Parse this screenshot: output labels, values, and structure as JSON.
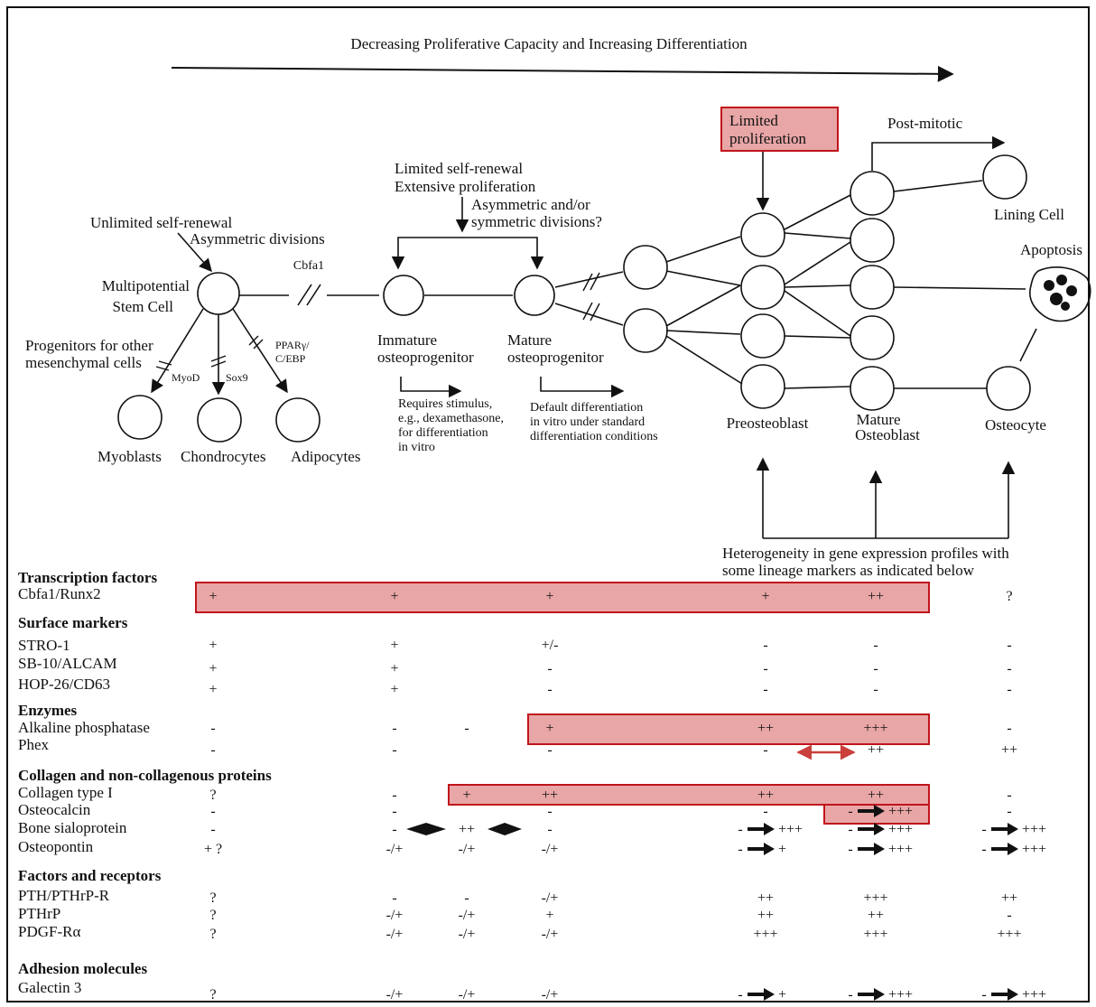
{
  "title": "Decreasing Proliferative Capacity and Increasing Differentiation",
  "stem": {
    "note1": "Unlimited self-renewal",
    "note2": "Asymmetric divisions",
    "name1": "Multipotential",
    "name2": "Stem Cell"
  },
  "cbfa1_label": "Cbfa1",
  "progenitors": {
    "line1": "Progenitors for other",
    "line2": "mesenchymal cells"
  },
  "branch_factors": {
    "myod": "MyoD",
    "sox9": "Sox9",
    "ppar1": "PPARγ/",
    "ppar2": "C/EBP"
  },
  "mesenchymal_cells": [
    "Myoblasts",
    "Chondrocytes",
    "Adipocytes"
  ],
  "progenitor_notes": {
    "line1": "Limited self-renewal",
    "line2": "Extensive proliferation",
    "line3": "Asymmetric and/or",
    "line4": "symmetric divisions?"
  },
  "immature": {
    "name1": "Immature",
    "name2": "osteoprogenitor",
    "note": [
      "Requires stimulus,",
      "e.g., dexamethasone,",
      "for differentiation",
      "in vitro"
    ]
  },
  "mature_prog": {
    "name1": "Mature",
    "name2": "osteoprogenitor",
    "note": [
      "Default differentiation",
      "in vitro under standard",
      "differentiation conditions"
    ]
  },
  "limited_proliferation": {
    "line1": "Limited",
    "line2": "proliferation"
  },
  "post_mitotic": "Post-mitotic",
  "lining_cell": "Lining Cell",
  "apoptosis": "Apoptosis",
  "preosteoblast": "Preosteoblast",
  "mature_osteoblast": {
    "line1": "Mature",
    "line2": "Osteoblast"
  },
  "osteocyte": "Osteocyte",
  "heterogeneity": {
    "line1": "Heterogeneity in gene expression profiles with",
    "line2": "some lineage markers as indicated below"
  },
  "marker_table": {
    "sections": [
      {
        "header": "Transcription factors",
        "rows": [
          {
            "name": "Cbfa1/Runx2",
            "cells": [
              "+",
              "+",
              "",
              "+",
              "+",
              "++",
              "?"
            ]
          }
        ]
      },
      {
        "header": "Surface markers",
        "rows": [
          {
            "name": "STRO-1",
            "cells": [
              "+",
              "+",
              "",
              "+/-",
              "-",
              "-",
              "-"
            ]
          },
          {
            "name": "SB-10/ALCAM",
            "cells": [
              "+",
              "+",
              "",
              "-",
              "-",
              "-",
              "-"
            ]
          },
          {
            "name": "HOP-26/CD63",
            "cells": [
              "+",
              "+",
              "",
              "-",
              "-",
              "-",
              "-"
            ]
          }
        ]
      },
      {
        "header": "Enzymes",
        "rows": [
          {
            "name": "Alkaline phosphatase",
            "cells": [
              "-",
              "-",
              "-",
              "+",
              "++",
              "+++",
              "-"
            ]
          },
          {
            "name": "Phex",
            "cells": [
              "-",
              "-",
              "",
              "-",
              "-",
              "++",
              "++"
            ]
          }
        ]
      },
      {
        "header": "Collagen and non-collagenous proteins",
        "rows": [
          {
            "name": "Collagen type I",
            "cells": [
              "?",
              "-",
              "+",
              "++",
              "++",
              "++",
              "-"
            ]
          },
          {
            "name": "Osteocalcin",
            "cells": [
              "-",
              "-",
              "",
              "-",
              "-",
              "- ▶ +++",
              "-"
            ]
          },
          {
            "name": "Bone sialoprotein",
            "cells": [
              "-",
              "-",
              "++",
              "-",
              "- ▶ +++",
              "- ▶ +++",
              "- ▶ +++"
            ]
          },
          {
            "name": "Osteopontin",
            "cells": [
              "+ ?",
              "-/+",
              "-/+",
              "-/+",
              "- ▶ +",
              "- ▶ +++",
              "- ▶ +++"
            ]
          }
        ]
      },
      {
        "header": "Factors and receptors",
        "rows": [
          {
            "name": "PTH/PTHrP-R",
            "cells": [
              "?",
              "-",
              "-",
              "-/+",
              "++",
              "+++",
              "++"
            ]
          },
          {
            "name": "PTHrP",
            "cells": [
              "?",
              "-/+",
              "-/+",
              "+",
              "++",
              "++",
              "-"
            ]
          },
          {
            "name": "PDGF-Rα",
            "cells": [
              "?",
              "-/+",
              "-/+",
              "-/+",
              "+++",
              "+++",
              "+++"
            ]
          }
        ]
      },
      {
        "header": "Adhesion molecules",
        "rows": [
          {
            "name": "Galectin 3",
            "cells": [
              "?",
              "-/+",
              "-/+",
              "-/+",
              "- ▶ +",
              "- ▶ +++",
              "- ▶ +++"
            ]
          }
        ]
      }
    ]
  },
  "colors": {
    "highlight_fill": "#e8a6a6",
    "highlight_border": "#c0141c",
    "line": "#111111",
    "double_arrow": "#c9403c"
  }
}
